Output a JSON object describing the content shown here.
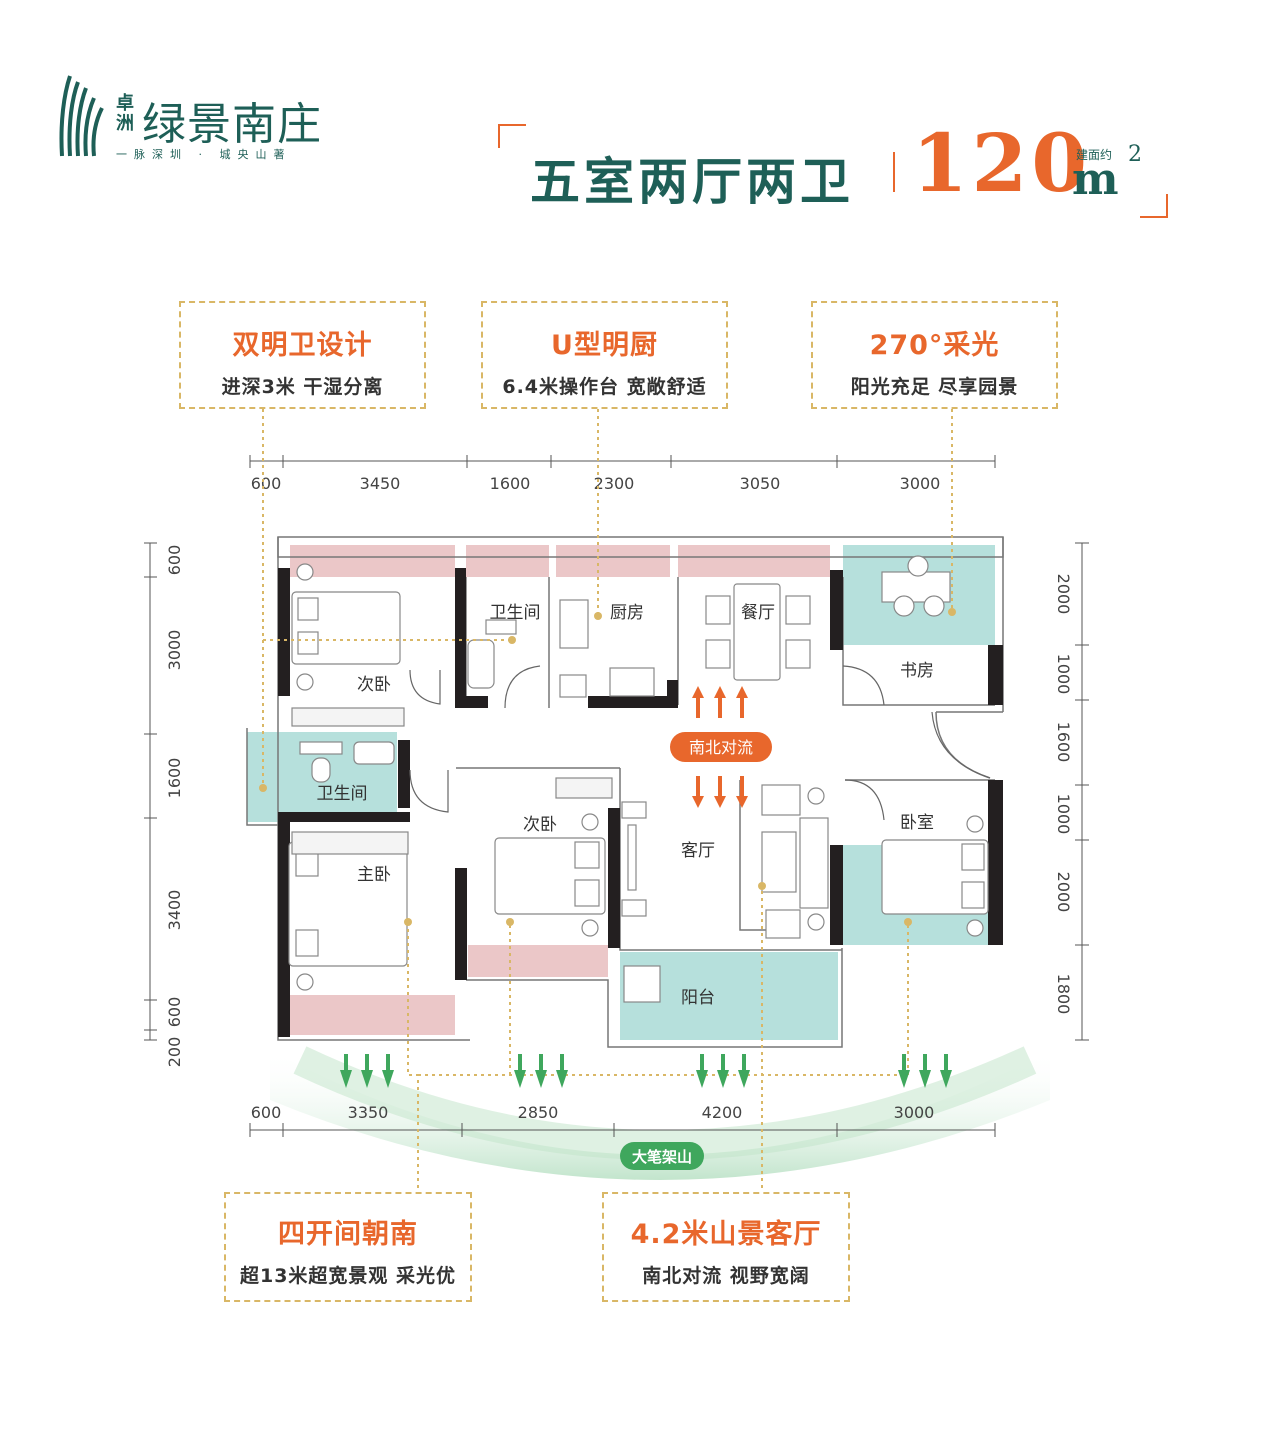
{
  "logo": {
    "brand_small": "卓洲",
    "name": "绿景南庄",
    "slogan": "一脉深圳 · 城央山著"
  },
  "title": {
    "layout": "五室两厅两卫",
    "area": "120",
    "unit": "m",
    "unit_sup": "2",
    "area_prefix": "建面约"
  },
  "features": {
    "top": [
      {
        "heading": "双明卫设计",
        "subtext": "进深3米 干湿分离"
      },
      {
        "heading": "U型明厨",
        "subtext": "6.4米操作台 宽敞舒适"
      },
      {
        "heading": "270°采光",
        "subtext": "阳光充足 尽享园景"
      }
    ],
    "bottom": [
      {
        "heading": "四开间朝南",
        "subtext": "超13米超宽景观 采光优"
      },
      {
        "heading": "4.2米山景客厅",
        "subtext": "南北对流 视野宽阔"
      }
    ]
  },
  "dimensions": {
    "top": [
      "600",
      "3450",
      "1600",
      "2300",
      "3050",
      "3000"
    ],
    "bottom": [
      "600",
      "3350",
      "2850",
      "4200",
      "3000"
    ],
    "left": [
      "600",
      "3000",
      "1600",
      "3400",
      "600",
      "200"
    ],
    "right": [
      "2000",
      "1000",
      "1600",
      "1000",
      "2000",
      "1800"
    ]
  },
  "rooms": {
    "bedroom2_top": "次卧",
    "bath_top": "卫生间",
    "kitchen": "厨房",
    "dining": "餐厅",
    "study": "书房",
    "bath_left": "卫生间",
    "bedroom2_mid": "次卧",
    "living": "客厅",
    "bedroom": "卧室",
    "master": "主卧",
    "balcony": "阳台"
  },
  "badges": {
    "airflow": "南北对流",
    "mountain": "大笔架山"
  },
  "colors": {
    "brand_green": "#1e5f57",
    "accent_orange": "#e8672c",
    "callout_gold": "#d9b766",
    "wall": "#231f20",
    "zone_pink": "#ebc7c8",
    "zone_teal": "#b6e0dc",
    "view_green": "#3fa75d"
  }
}
